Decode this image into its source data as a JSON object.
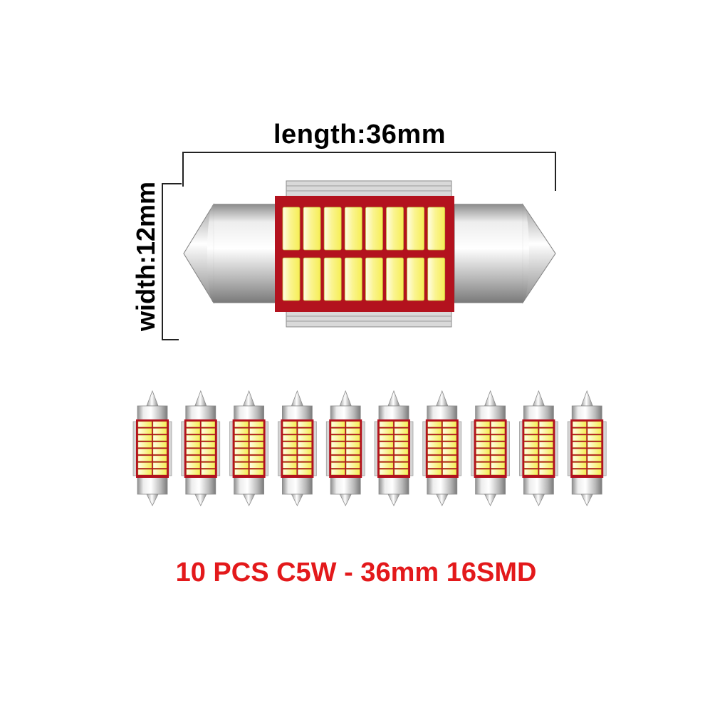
{
  "dimensions": {
    "length_label": "length:36mm",
    "width_label": "width:12mm"
  },
  "product": {
    "caption": "10 PCS C5W - 36mm 16SMD",
    "quantity": 10,
    "led_count": 16
  },
  "colors": {
    "caption": "#e3191b",
    "pcb": "#b3121e",
    "led_face": "#f9f26a",
    "led_glow": "#fffde0",
    "metal": "#c8c8c8",
    "text": "#000000"
  }
}
